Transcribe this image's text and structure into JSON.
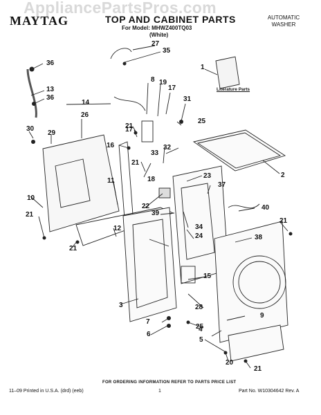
{
  "watermark": "AppliancePartsPros.com",
  "header": {
    "brand": "MAYTAG",
    "title": "TOP AND CABINET PARTS",
    "model_line": "For Model: MHWZ400TQ03",
    "color_line": "(White)",
    "category_line1": "AUTOMATIC",
    "category_line2": "WASHER"
  },
  "literature_label": "Literature Parts",
  "callouts": [
    "27",
    "35",
    "36",
    "1",
    "13",
    "36",
    "8",
    "19",
    "17",
    "14",
    "31",
    "26",
    "25",
    "30",
    "29",
    "21",
    "17",
    "16",
    "21",
    "33",
    "32",
    "18",
    "2",
    "11",
    "23",
    "37",
    "22",
    "39",
    "40",
    "10",
    "21",
    "34",
    "24",
    "21",
    "12",
    "38",
    "21",
    "15",
    "3",
    "28",
    "9",
    "7",
    "25",
    "6",
    "4",
    "5",
    "20",
    "21"
  ],
  "footer": {
    "ordering_note": "FOR ORDERING INFORMATION REFER TO PARTS PRICE LIST",
    "printed": "11–09 Printed in U.S.A. (drd) (eeb)",
    "page": "1",
    "part_no": "Part No. W10304642 Rev. A"
  }
}
